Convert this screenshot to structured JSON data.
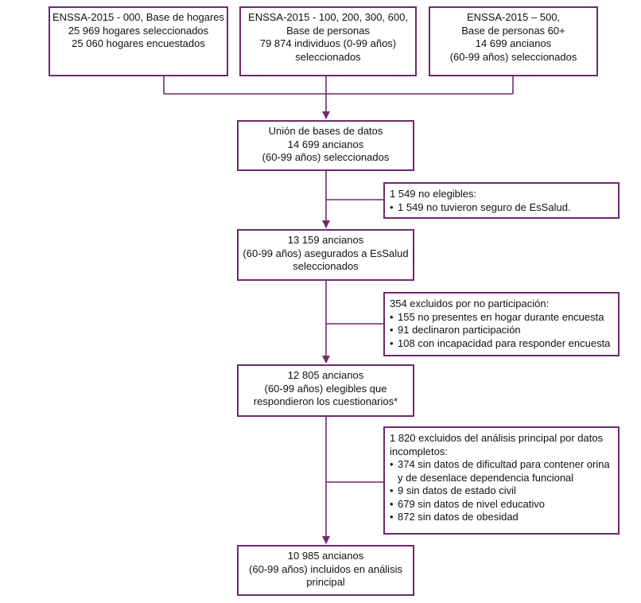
{
  "sources": [
    {
      "lines": [
        "ENSSA-2015 - 000, Base de hogares",
        "25 969 hogares seleccionados",
        "25 060 hogares encuestados"
      ]
    },
    {
      "lines": [
        "ENSSA-2015 - 100, 200, 300, 600,",
        "Base de personas",
        "79 874 individuos (0-99 años)",
        "seleccionados"
      ]
    },
    {
      "lines": [
        "ENSSA-2015 – 500,",
        "Base de personas 60+",
        "14 699 ancianos",
        "(60-99 años) seleccionados"
      ]
    }
  ],
  "steps": [
    {
      "lines": [
        "Unión de bases de datos",
        "14 699 ancianos",
        "(60-99 años) seleccionados"
      ]
    },
    {
      "lines": [
        "13 159 ancianos",
        "(60-99 años) asegurados a EsSalud",
        "seleccionados"
      ]
    },
    {
      "lines": [
        "12 805 ancianos",
        "(60-99 años) elegibles que",
        "respondieron los cuestionarios*"
      ]
    },
    {
      "lines": [
        "10 985 ancianos",
        "(60-99 años) incluidos en análisis",
        "principal"
      ]
    }
  ],
  "exclusions": [
    {
      "header": [
        "1 549 no elegibles:"
      ],
      "items": [
        [
          "1 549 no tuvieron seguro de EsSalud."
        ]
      ]
    },
    {
      "header": [
        "354 excluidos por no participación:"
      ],
      "items": [
        [
          "155 no presentes en hogar durante encuesta"
        ],
        [
          "91 declinaron participación"
        ],
        [
          "108 con incapacidad para responder encuesta"
        ]
      ]
    },
    {
      "header": [
        "1 820 excluidos del análisis principal por datos",
        "incompletos:"
      ],
      "items": [
        [
          "374 sin datos de dificultad para contener orina",
          "y de desenlace dependencia funcional"
        ],
        [
          "9 sin datos de estado civil"
        ],
        [
          "679 sin datos de nivel educativo"
        ],
        [
          "872 sin datos de obesidad"
        ]
      ]
    }
  ],
  "colors": {
    "stroke": "#6e2a6e",
    "text": "#111111"
  }
}
